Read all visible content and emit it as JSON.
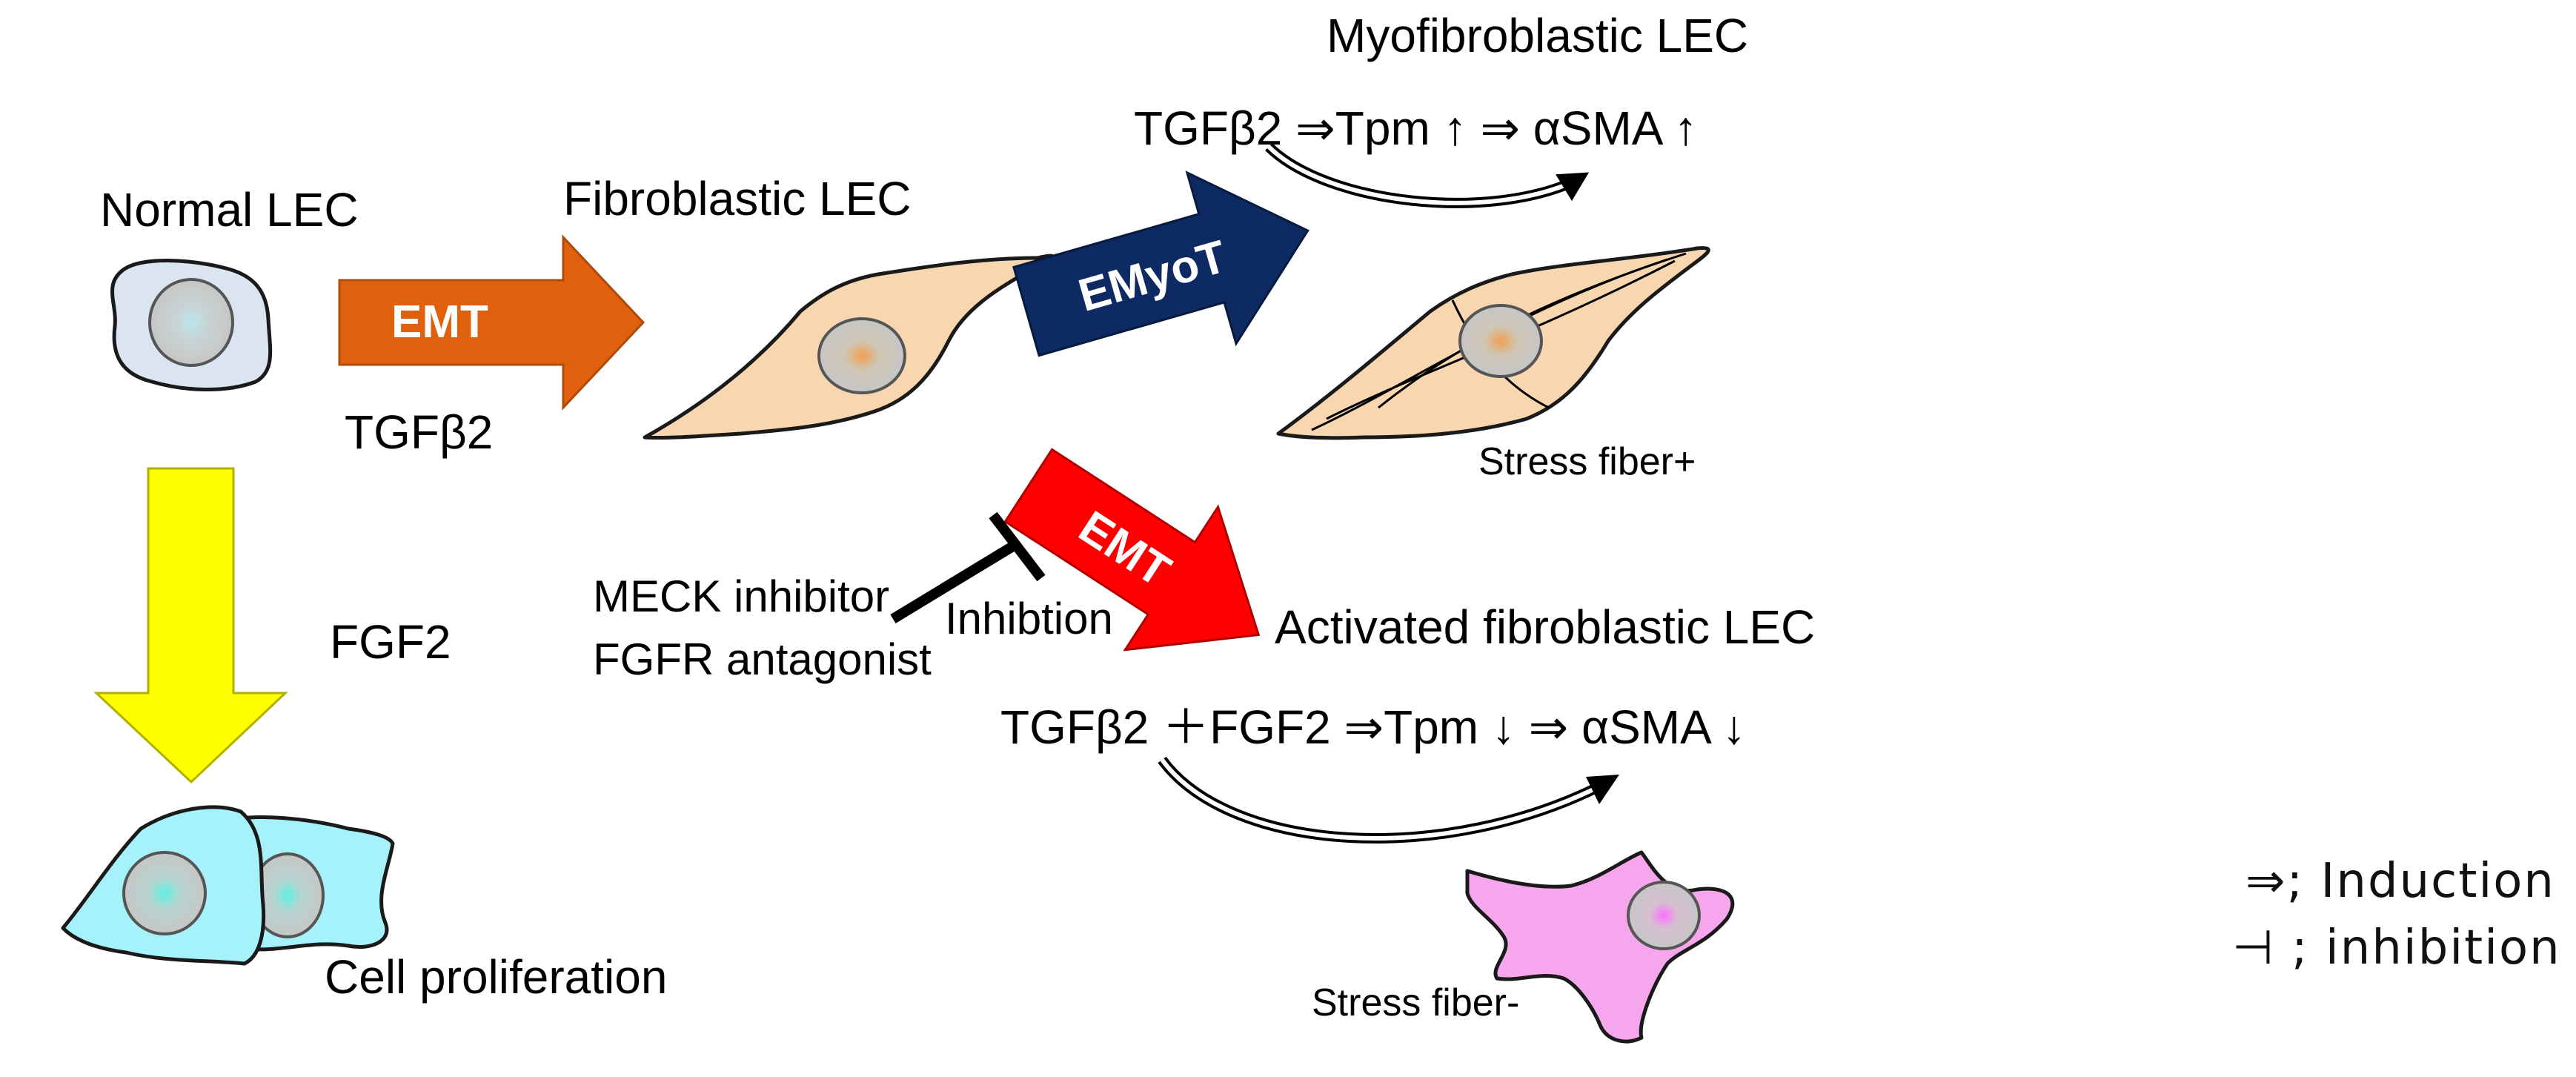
{
  "colors": {
    "normal_cell": "#dbe5f1",
    "fibroblast_cell": "#f8d7b0",
    "proliferating_cell": "#a6f2fa",
    "activated_cell": "#f5a6ec",
    "emt_orange": "#e0600e",
    "emyot_navy": "#0d2a63",
    "emt_red": "#ff0000",
    "fgf2_yellow": "#ffff00"
  },
  "labels": {
    "normal_lec": "Normal LEC",
    "fibroblastic_lec": "Fibroblastic LEC",
    "myofibroblastic_lec": "Myofibroblastic LEC",
    "activated_fibroblastic_lec": "Activated fibroblastic LEC",
    "cell_proliferation": "Cell proliferation",
    "stress_fiber_plus": "Stress fiber+",
    "stress_fiber_minus": "Stress fiber-",
    "tgfb2": "TGFβ2",
    "fgf2": "FGF2",
    "meck_inhibitor": "MECK inhibitor",
    "fgfr_antagonist": "FGFR antagonist",
    "inhibition": "Inhibtion"
  },
  "arrows": {
    "emt_top": "EMT",
    "emyot": "EMyoT",
    "emt_bottom": "EMT"
  },
  "equations": {
    "myofibroblastic": "TGFβ2 ⇒Tpm ↑ ⇒ αSMA ↑",
    "activated": "TGFβ2 ＋FGF2 ⇒Tpm ↓ ⇒ αSMA ↓"
  },
  "legend": {
    "induction": "⇒; Induction",
    "inhibition": "⊣ ; inhibition"
  }
}
